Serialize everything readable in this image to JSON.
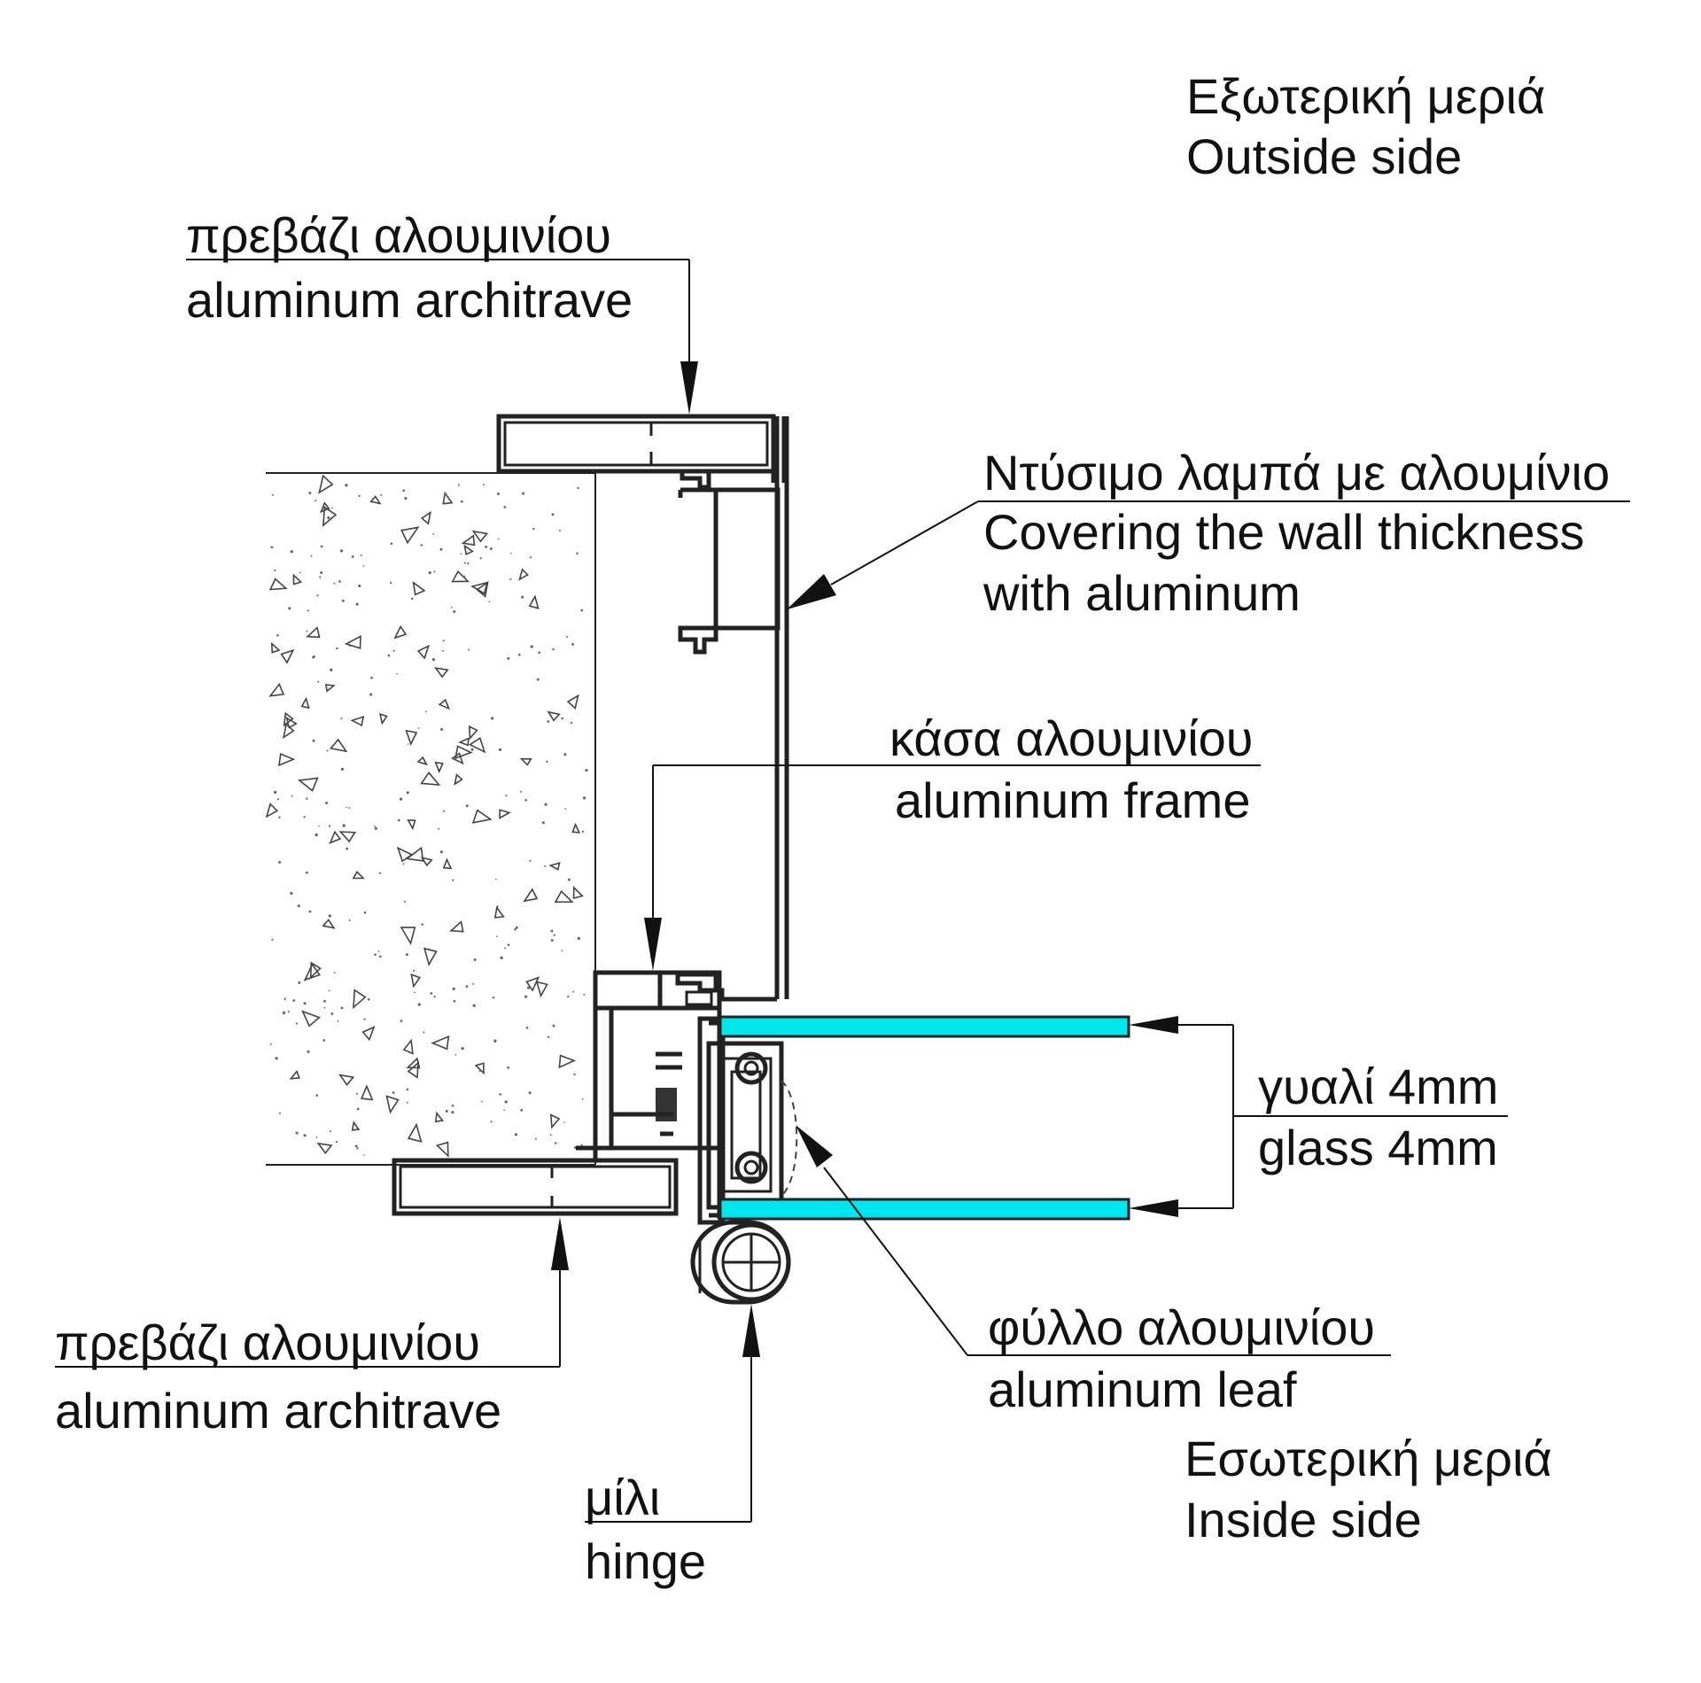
{
  "labels": {
    "outside_gr": "Εξωτερική μεριά",
    "outside_en": "Outside side",
    "arch_top_gr": "πρεβάζι αλουμινίου",
    "arch_top_en": "aluminum architrave",
    "cover_gr": "Ντύσιμο λαμπά με αλουμίνιο",
    "cover_en1": "Covering the wall thickness",
    "cover_en2": "with aluminum",
    "frame_gr": "κάσα αλουμινίου",
    "frame_en": "aluminum frame",
    "glass_gr": "γυαλί 4mm",
    "glass_en": "glass 4mm",
    "arch_bot_gr": "πρεβάζι αλουμινίου",
    "arch_bot_en": "aluminum architrave",
    "leaf_gr": "φύλλο αλουμινίου",
    "leaf_en": "aluminum leaf",
    "inside_gr": "Εσωτερική μεριά",
    "inside_en": "Inside side",
    "hinge_gr": "μίλι",
    "hinge_en": "hinge"
  },
  "colors": {
    "glass": "#00e5ee",
    "line": "#222222"
  }
}
